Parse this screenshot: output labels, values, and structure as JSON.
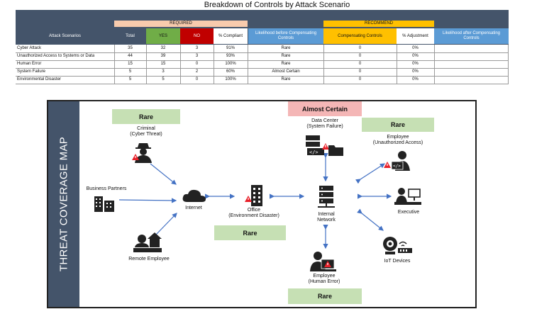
{
  "title": "Breakdown of Controls by Attack Scenario",
  "table": {
    "group_required": "REQUIRED",
    "group_recommend": "RECOMMEND",
    "headers": {
      "scenario": "Attack Scenarios",
      "total": "Total",
      "yes": "YES",
      "no": "NO",
      "compliant": "% Compliant",
      "likelihood_before": "Likelihood before Compensating Controls",
      "compensating": "Compensating Controls",
      "adjustment": "% Adjustment",
      "likelihood_after": "Likelihood after Compensating Controls"
    },
    "rows": [
      {
        "scenario": "Cyber Attack",
        "total": "35",
        "yes": "32",
        "no": "3",
        "compliant": "91%",
        "before": "Rare",
        "compensating": "0",
        "adjustment": "0%",
        "after": ""
      },
      {
        "scenario": "Unauthorized Access to Systems or Data",
        "total": "44",
        "yes": "39",
        "no": "3",
        "compliant": "93%",
        "before": "Rare",
        "compensating": "0",
        "adjustment": "0%",
        "after": ""
      },
      {
        "scenario": "Human Error",
        "total": "15",
        "yes": "15",
        "no": "0",
        "compliant": "100%",
        "before": "Rare",
        "compensating": "0",
        "adjustment": "0%",
        "after": ""
      },
      {
        "scenario": "System Failure",
        "total": "5",
        "yes": "3",
        "no": "2",
        "compliant": "60%",
        "before": "Almost Certain",
        "compensating": "0",
        "adjustment": "0%",
        "after": ""
      },
      {
        "scenario": "Environmental Disaster",
        "total": "5",
        "yes": "5",
        "no": "0",
        "compliant": "100%",
        "before": "Rare",
        "compensating": "0",
        "adjustment": "0%",
        "after": ""
      }
    ],
    "colors": {
      "header": "#44546a",
      "required": "#f8cbad",
      "recommend": "#ffc000",
      "yes": "#70ad47",
      "no": "#c00000",
      "likelihood": "#5b9bd5"
    }
  },
  "map": {
    "sidebar_title": "THREAT COVERAGE MAP",
    "nodes": {
      "criminal": {
        "badge": "Rare",
        "label1": "Criminal",
        "label2": "(Cyber Threat)",
        "icon": "hacker-icon"
      },
      "data_center": {
        "badge": "Almost Certain",
        "label1": "Data Center",
        "label2": "(System Failure)",
        "icon": "server-rack-icon"
      },
      "employee_unauth": {
        "badge": "Rare",
        "label1": "Employee",
        "label2": "(Unauthorized Access)",
        "icon": "coder-icon"
      },
      "business_partners": {
        "label": "Business Partners",
        "icon": "buildings-icon"
      },
      "internet": {
        "label": "Internet",
        "icon": "cloud-icon"
      },
      "office": {
        "label1": "Office",
        "label2": "(Environment Disaster)",
        "badge": "Rare",
        "icon": "building-icon"
      },
      "internal_network": {
        "label1": "Internal",
        "label2": "Network",
        "icon": "network-server-icon"
      },
      "executive": {
        "label": "Executive",
        "icon": "executive-desk-icon"
      },
      "remote_employee": {
        "label": "Remote Employee",
        "icon": "home-worker-icon"
      },
      "iot": {
        "label": "IoT Devices",
        "icon": "webcam-icon"
      },
      "employee_human": {
        "label1": "Employee",
        "label2": "(Human Error)",
        "badge": "Rare",
        "icon": "laptop-user-icon"
      }
    },
    "colors": {
      "rare": "#c6e0b4",
      "almost_certain": "#f4b6b6",
      "arrow": "#4472c4",
      "alert": "#e8212a"
    }
  }
}
